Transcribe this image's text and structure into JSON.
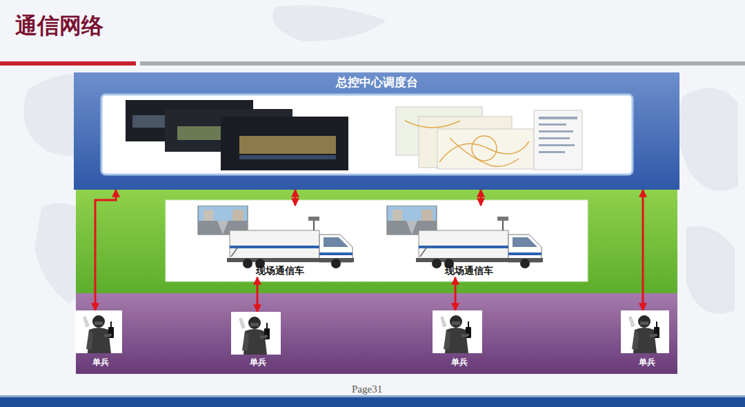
{
  "diagram": {
    "title": "通信网络",
    "nodes": [
      {
        "text": [
          "总控中心调度台"
        ]
      },
      {
        "text": [
          "现场通信车"
        ]
      },
      {
        "text": [
          "现场通信车"
        ]
      },
      {
        "text": [
          "单兵"
        ]
      },
      {
        "text": [
          "单兵"
        ]
      },
      {
        "text": [
          "单兵"
        ]
      },
      {
        "text": [
          "单兵"
        ]
      }
    ],
    "edges": [
      {
        "from": 0,
        "to": 1,
        "arrow": "both"
      },
      {
        "from": 0,
        "to": 2,
        "arrow": "both"
      },
      {
        "from": 1,
        "to": 4,
        "arrow": "both"
      },
      {
        "from": 2,
        "to": 5,
        "arrow": "both"
      },
      {
        "from": 0,
        "to": 3,
        "arrow": "both"
      },
      {
        "from": 0,
        "to": 6,
        "arrow": "both"
      }
    ],
    "labels": [
      "Page31"
    ]
  }
}
